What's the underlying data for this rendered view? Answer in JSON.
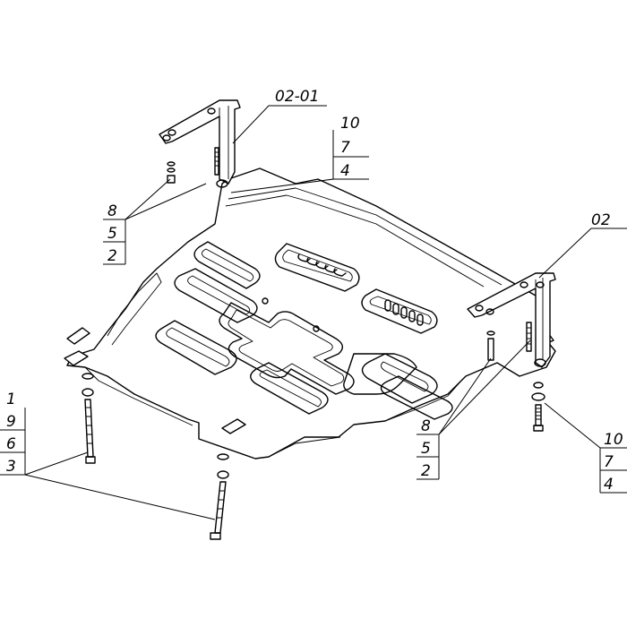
{
  "labels": {
    "assembly_02_01": "02-01",
    "assembly_02": "02",
    "stack_top_right": [
      "10",
      "7",
      "4"
    ],
    "stack_top_left": [
      "8",
      "5",
      "2"
    ],
    "stack_bottom_left": [
      "1",
      "9",
      "6",
      "3"
    ],
    "stack_bottom_mid": [
      "8",
      "5",
      "2"
    ],
    "stack_bottom_right": [
      "10",
      "7",
      "4"
    ]
  }
}
